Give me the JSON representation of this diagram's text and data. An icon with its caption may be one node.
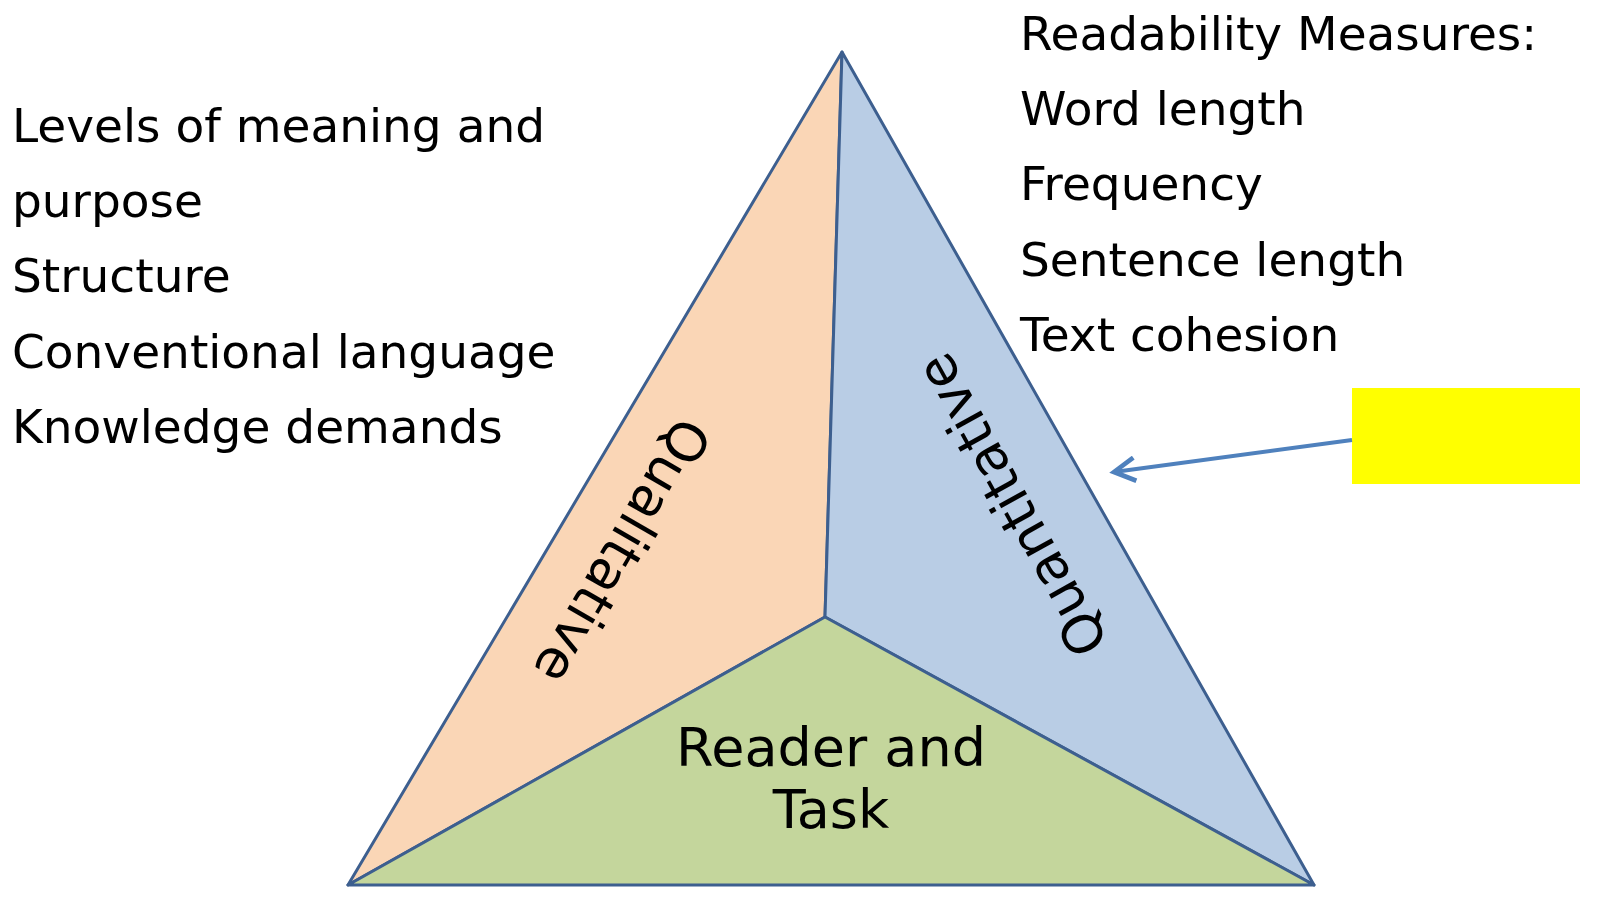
{
  "diagram": {
    "nodes": [
      {
        "text": [
          "Qualitative"
        ]
      },
      {
        "text": [
          "Quantitative"
        ]
      },
      {
        "text": [
          "Reader and Task"
        ]
      },
      {
        "text": [],
        "shape": "box"
      }
    ],
    "edges": [
      {
        "from": 3,
        "to": 1,
        "arrow": "to",
        "color": "#4f81bd"
      }
    ],
    "labels": [
      "Levels of meaning and purpose",
      "Structure",
      "Conventional language",
      "Knowledge demands",
      "Readability Measures:",
      "Word length",
      "Frequency",
      "Sentence length",
      "Text cohesion"
    ]
  }
}
